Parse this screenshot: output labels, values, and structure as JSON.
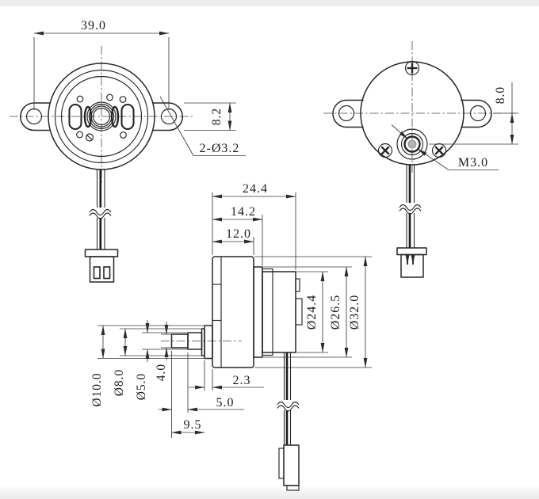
{
  "page": {
    "background": "#ffffff",
    "top_band_color": "#ececec",
    "bottom_band_color": "#eeeeee",
    "line_color": "#262626",
    "dimension_line_color": "#3a3a3a",
    "text_color": "#1c1c1c"
  },
  "labels": {
    "front": {
      "width": "39.0",
      "ear_height": "8.2",
      "mount_holes": "2-Ø3.2"
    },
    "rear": {
      "shaft_offset": "8.0",
      "thread": "M3.0"
    },
    "side": {
      "len_total": "24.4",
      "len_to_ring": "14.2",
      "len_gearbox": "12.0",
      "dia_motor": "Ø24.4",
      "dia_ring": "Ø26.5",
      "dia_body": "Ø32.0",
      "dia_boss": "Ø10.0",
      "dia_boss_step": "Ø8.0",
      "dia_shaft": "Ø5.0",
      "shaft_flat": "4.0",
      "len_boss": "2.3",
      "len_flat": "5.0",
      "len_shaft": "9.5"
    }
  }
}
